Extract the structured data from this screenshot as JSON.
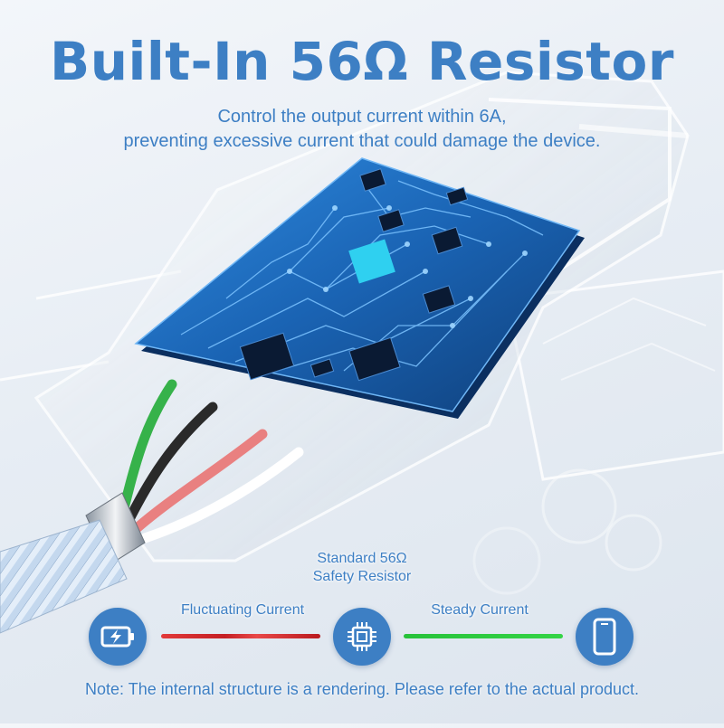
{
  "title": "Built-In 56Ω Resistor",
  "subtitle": {
    "line1": "Control the output current within 6A,",
    "line2": "preventing excessive current that could damage the device."
  },
  "diagram": {
    "resistor_label_line1": "Standard 56Ω",
    "resistor_label_line2": "Safety Resistor",
    "fluctuating_label": "Fluctuating Current",
    "steady_label": "Steady Current",
    "icons": [
      "battery-charging-icon",
      "chip-icon",
      "phone-icon"
    ]
  },
  "note": "Note: The internal structure is a rendering. Please refer to the actual product.",
  "colors": {
    "accent": "#3d7fc4",
    "fluctuating": "#d62a2f",
    "steady": "#2cc43e",
    "pcb": "#1e6fc4"
  }
}
